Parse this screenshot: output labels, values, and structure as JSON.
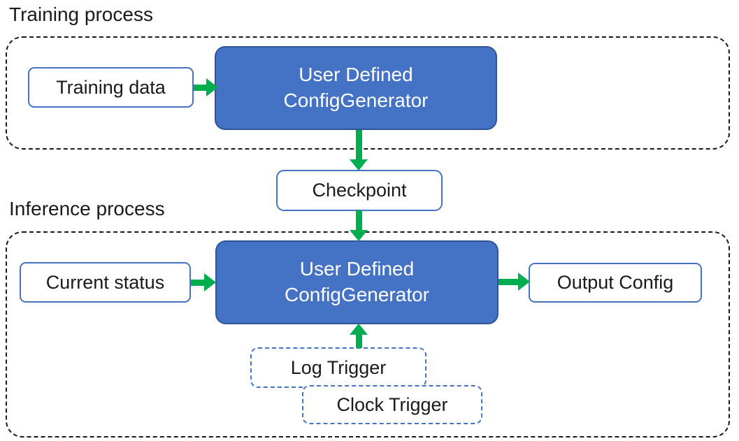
{
  "sections": {
    "training": {
      "label": "Training process",
      "nodes": {
        "training_data": "Training data",
        "generator": {
          "line1": "User Defined",
          "line2": "ConfigGenerator"
        }
      }
    },
    "checkpoint": {
      "label": "Checkpoint"
    },
    "inference": {
      "label": "Inference process",
      "nodes": {
        "current_status": "Current status",
        "generator": {
          "line1": "User Defined",
          "line2": "ConfigGenerator"
        },
        "output_config": "Output Config",
        "log_trigger": "Log Trigger",
        "clock_trigger": "Clock Trigger"
      }
    }
  },
  "colors": {
    "generator_fill": "#4472C4",
    "generator_border": "#2F5597",
    "io_box_border": "#4472C4",
    "trigger_border": "#4472C4",
    "arrow_green": "#00AD4F",
    "container_dash": "#1A1A1A",
    "text": "#1A1A1A",
    "generator_text": "#FFFFFF"
  }
}
